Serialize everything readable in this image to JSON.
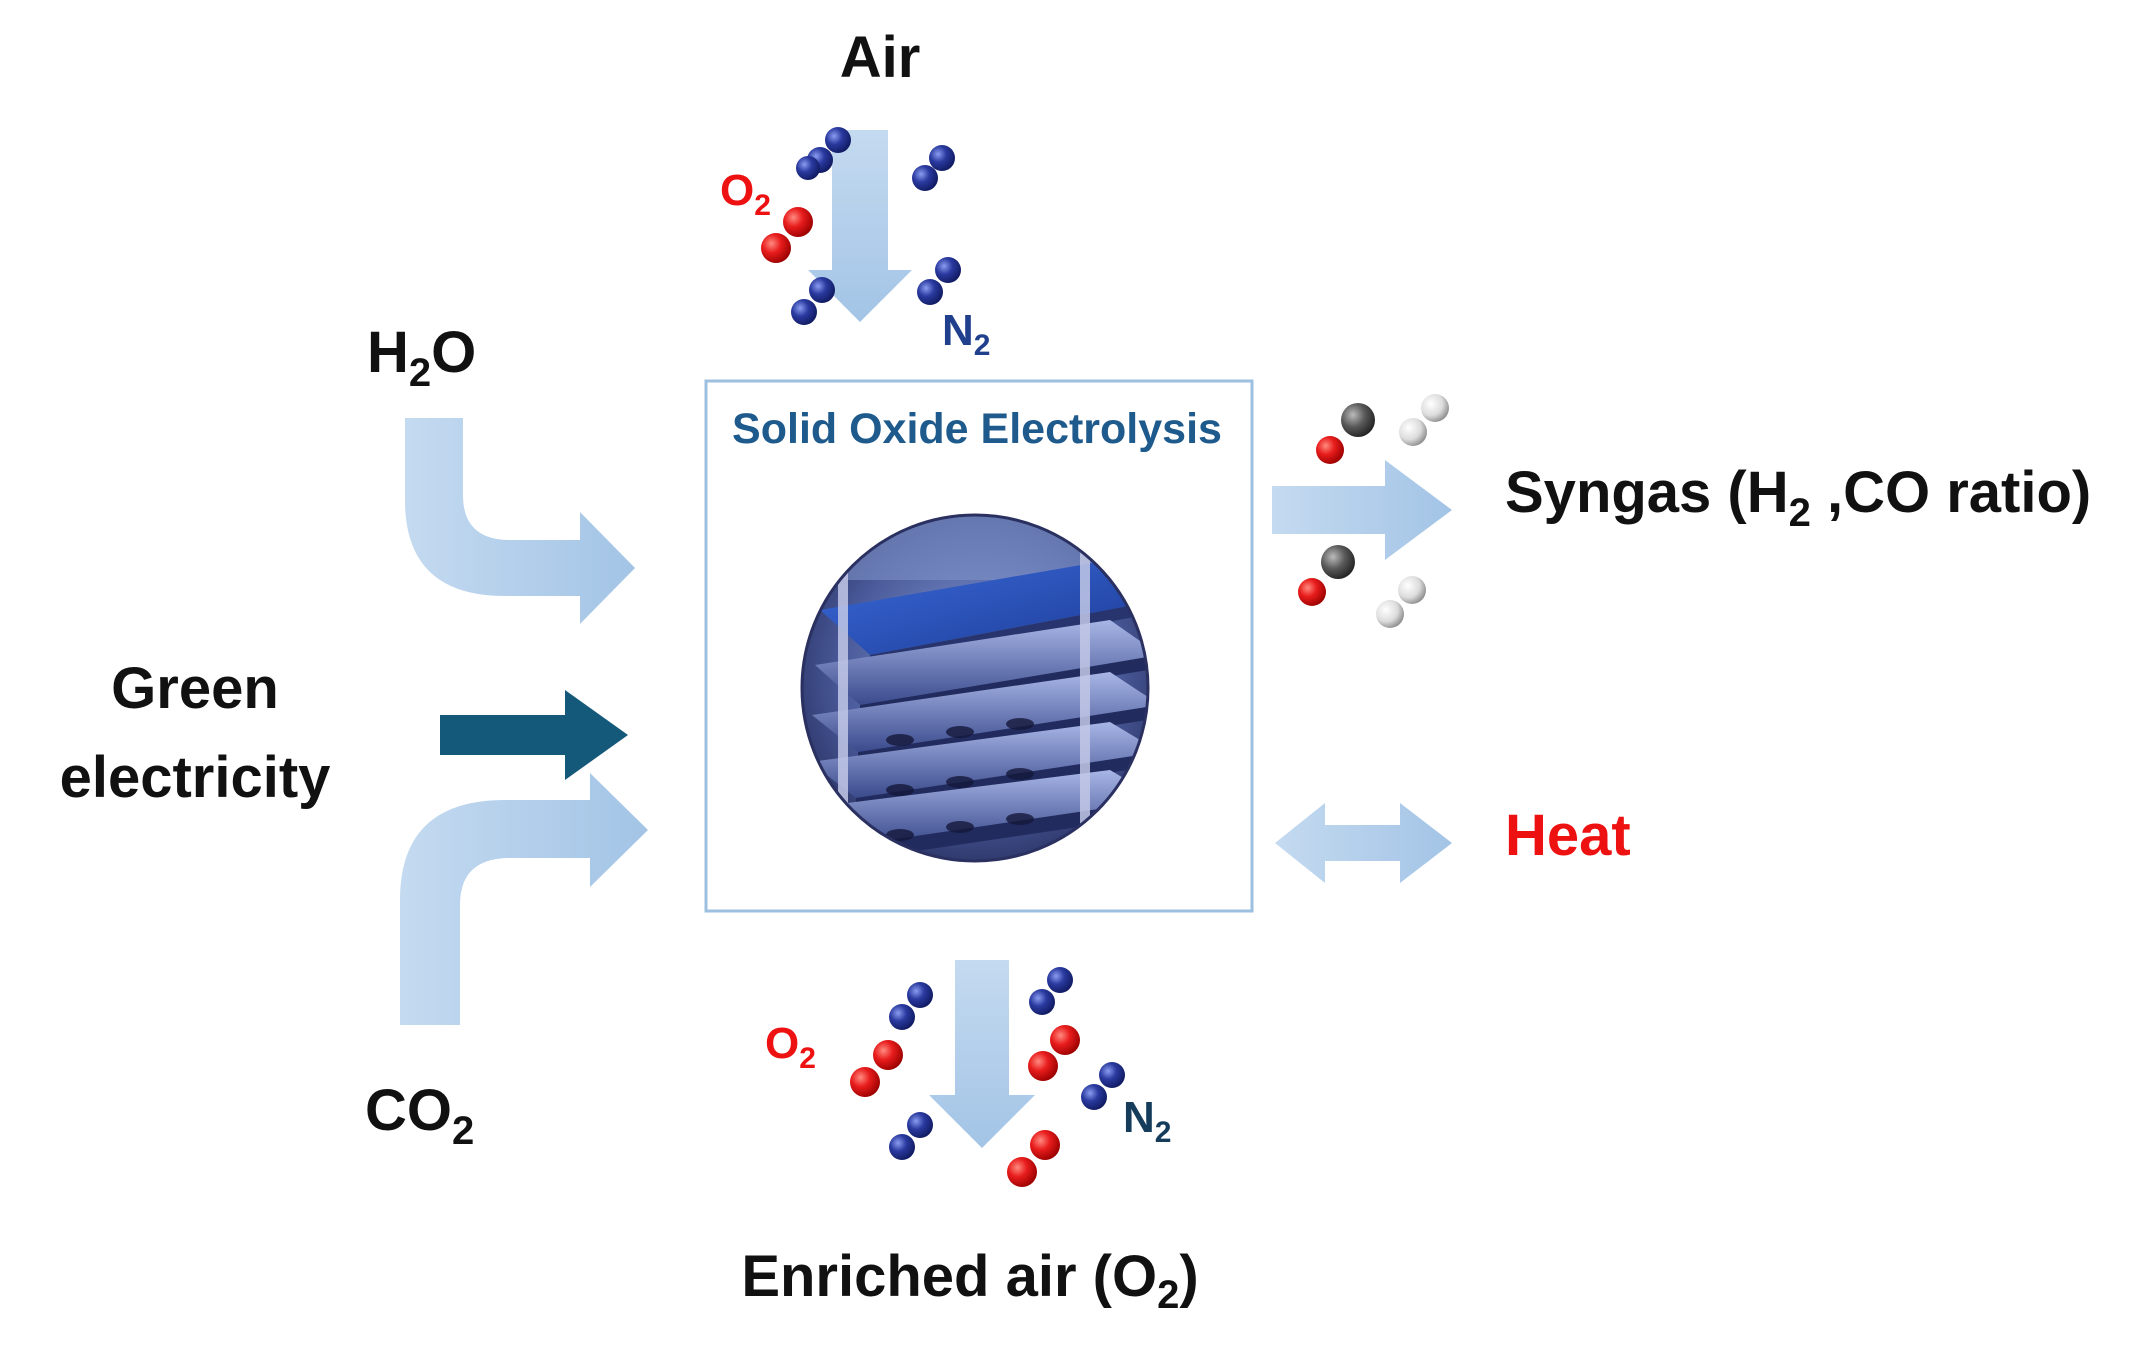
{
  "title": "Solid Oxide Electrolysis",
  "inputs": {
    "air": "Air",
    "h2o": {
      "main": "H",
      "sub": "2",
      "tail": "O"
    },
    "green_electricity": [
      "Green",
      "electricity"
    ],
    "co2": {
      "main": "CO",
      "sub": "2"
    }
  },
  "outputs": {
    "syngas": {
      "pre": "Syngas (H",
      "sub": "2",
      "post": " ,CO ratio)"
    },
    "heat": "Heat",
    "enriched_air": {
      "pre": "Enriched air (O",
      "sub": "2",
      "post": ")"
    }
  },
  "molecule_labels": {
    "top_o2": {
      "main": "O",
      "sub": "2"
    },
    "top_n2": {
      "main": "N",
      "sub": "2"
    },
    "bottom_o2": {
      "main": "O",
      "sub": "2"
    },
    "bottom_n2": {
      "main": "N",
      "sub": "2"
    }
  },
  "colors": {
    "flow_arrow": "#a9c9e8",
    "electricity_arrow": "#14587a",
    "box_border": "#9dbfe0",
    "title": "#1e5a8c",
    "heat_text": "#ee1111",
    "o2_text": "#ee1111",
    "n2_text": "#203f8c",
    "oxygen_atom": "#e01818",
    "nitrogen_atom": "#2a3a9a",
    "carbon_atom": "#555555",
    "hydrogen_atom": "#e8e8e8"
  },
  "icons": {
    "stack_photo": "electrolysis-cell-stack-photo",
    "molecules": [
      "o2-molecule",
      "n2-molecule",
      "co-molecule",
      "h2-molecule"
    ]
  }
}
